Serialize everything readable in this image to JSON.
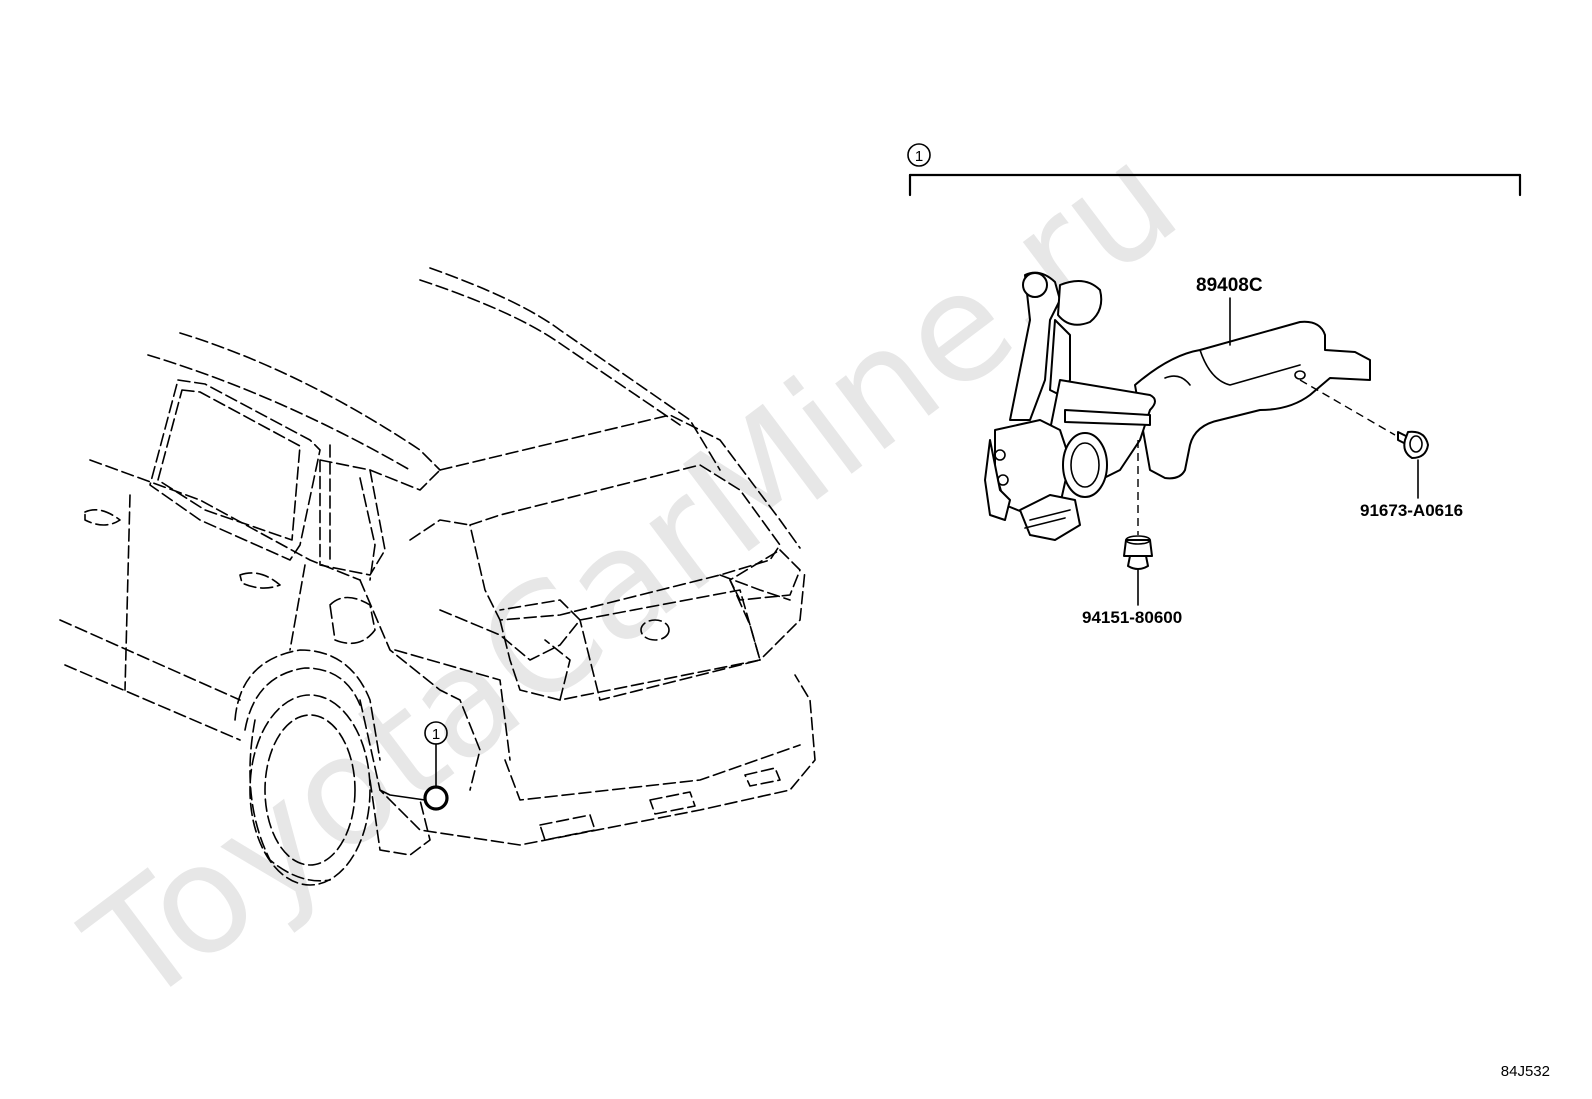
{
  "watermark": "ToyotaCarMine.ru",
  "diagram_code": "84J532",
  "callout_number": "1",
  "parts": {
    "sensor_assembly": "89408C",
    "bolt": "91673-A0616",
    "nut": "94151-80600"
  },
  "icons": {
    "vehicle": "suv-rear-view-drawing",
    "sensor": "height-control-sensor-drawing",
    "bolt": "flange-bolt-drawing",
    "nut": "clip-nut-drawing"
  }
}
